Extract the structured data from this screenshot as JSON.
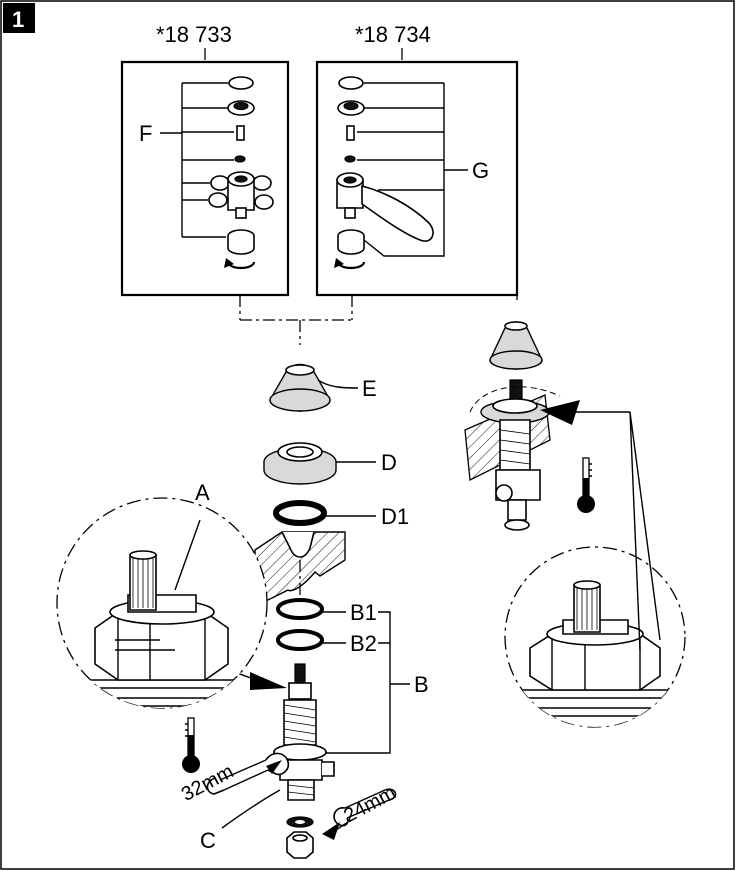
{
  "step": {
    "number": "1"
  },
  "variants": [
    {
      "code": "*18 733",
      "callout": "F"
    },
    {
      "code": "*18 734",
      "callout": "G"
    }
  ],
  "callouts": {
    "a": "A",
    "b": "B",
    "b1": "B1",
    "b2": "B2",
    "c": "C",
    "d": "D",
    "d1": "D1",
    "e": "E"
  },
  "tools": {
    "wrench_large": "32mm",
    "wrench_small": "24mm"
  },
  "icons": {
    "thermometer": "thermometer-icon",
    "wrench": "wrench-icon",
    "rotate_arrow": "rotate-arrow-icon",
    "pointer_arrow": "pointer-arrow-icon"
  }
}
